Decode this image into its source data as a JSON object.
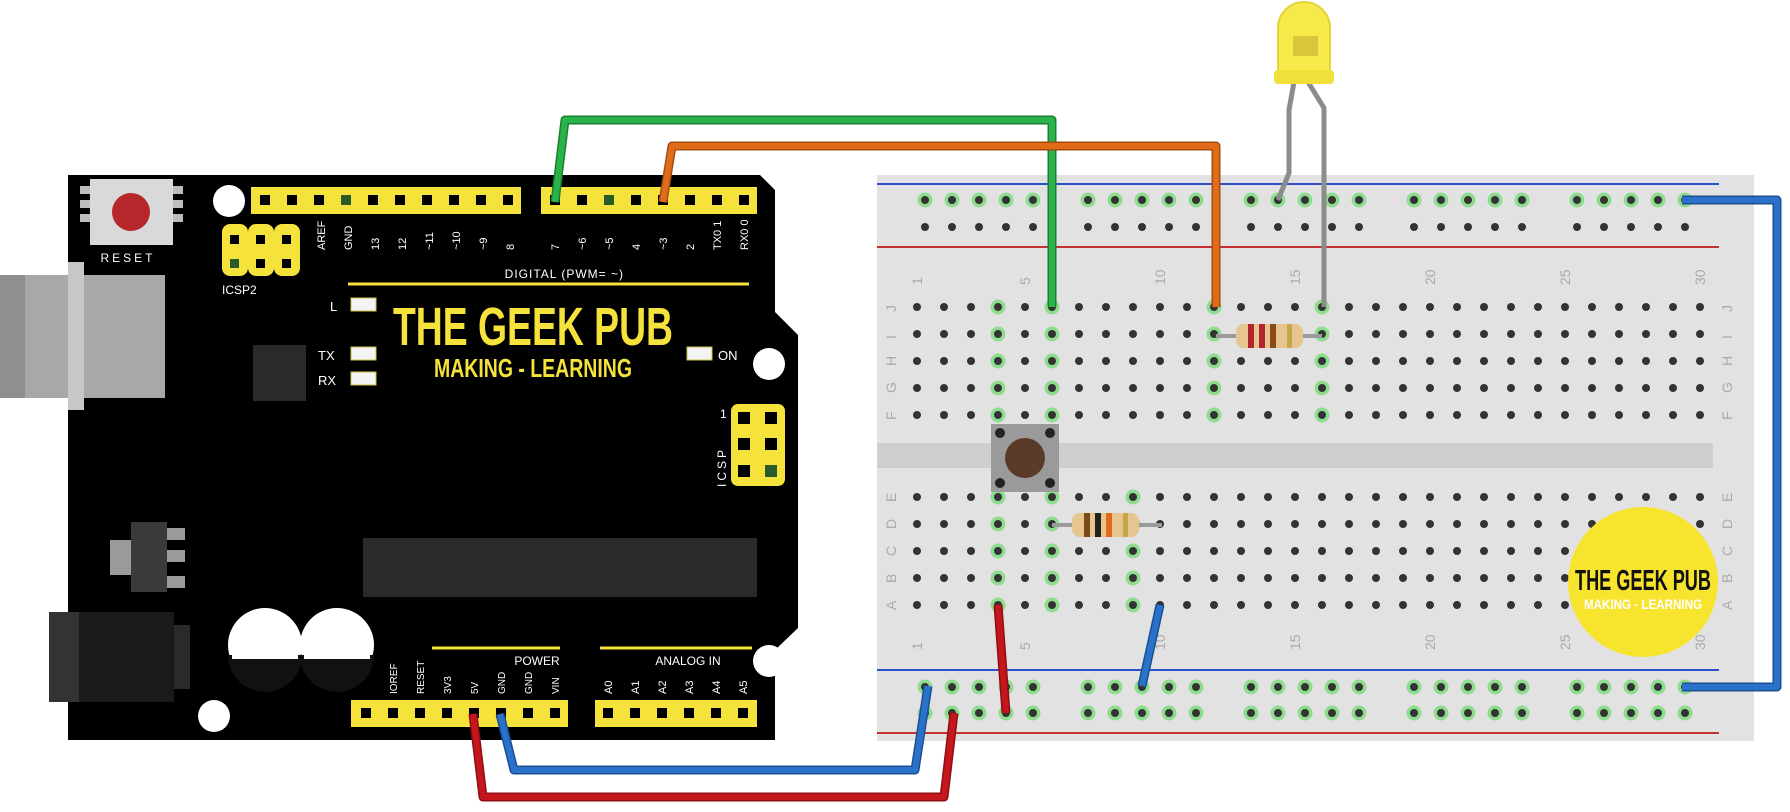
{
  "arduino": {
    "reset_label": "RESET",
    "icsp2_label": "ICSP2",
    "icsp_label": "ICSP",
    "icsp_pin1": "1",
    "digital_header": "DIGITAL (PWM= ~)",
    "digital_pins": [
      "AREF",
      "GND",
      "13",
      "12",
      "~11",
      "~10",
      "~9",
      "8",
      "7",
      "~6",
      "~5",
      "4",
      "~3",
      "2",
      "TX0 1",
      "RX0 0"
    ],
    "led_l": "L",
    "led_tx": "TX",
    "led_rx": "RX",
    "led_on": "ON",
    "power_header": "POWER",
    "power_pins": [
      "IOREF",
      "RESET",
      "3V3",
      "5V",
      "GND",
      "GND",
      "VIN"
    ],
    "analog_header": "ANALOG IN",
    "analog_pins": [
      "A0",
      "A1",
      "A2",
      "A3",
      "A4",
      "A5"
    ],
    "brand_title": "THE GEEK PUB",
    "brand_subtitle": "MAKING - LEARNING"
  },
  "breadboard": {
    "column_numbers": [
      "1",
      "5",
      "10",
      "15",
      "20",
      "25",
      "30"
    ],
    "top_rows": [
      "J",
      "I",
      "H",
      "G",
      "F"
    ],
    "bottom_rows": [
      "E",
      "D",
      "C",
      "B",
      "A"
    ],
    "badge_title": "THE GEEK PUB",
    "badge_subtitle": "MAKING - LEARNING"
  },
  "components": {
    "led_color": "#f7e94a",
    "resistor_1": "resistor-330",
    "resistor_2": "resistor-10k",
    "button": "pushbutton"
  },
  "wires": {
    "green": "#29b34a",
    "orange": "#e06c1a",
    "red": "#c4161c",
    "blue": "#2a72c9",
    "gray": "#8c8c8c"
  }
}
